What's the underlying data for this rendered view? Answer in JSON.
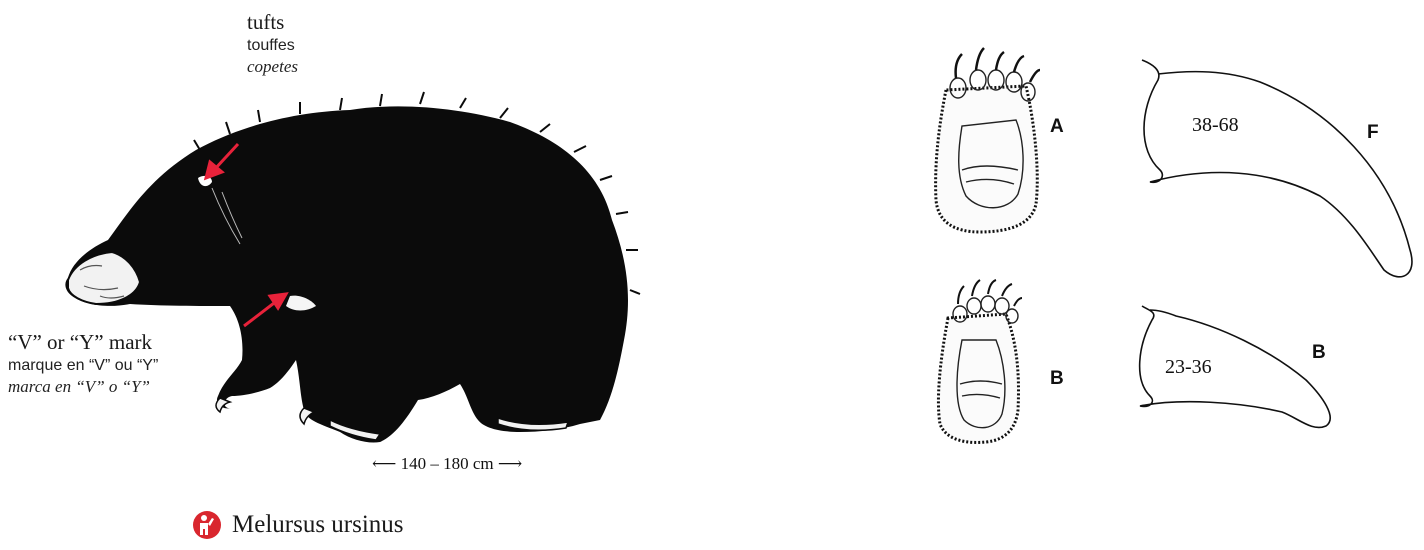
{
  "labels": {
    "tufts": {
      "en": "tufts",
      "fr": "touffes",
      "es": "copetes"
    },
    "mark": {
      "en": "“V” or “Y” mark",
      "fr": "marque en  “V” ou “Y”",
      "es": "marca en “V” o “Y”"
    },
    "length": "⟵ 140 – 180 cm ⟶"
  },
  "species": {
    "name": "Melursus ursinus",
    "icon": "hand-warning-icon"
  },
  "paws": {
    "front_letter": "A",
    "hind_letter": "B"
  },
  "claws": {
    "front": {
      "letter": "F",
      "range": "38-68"
    },
    "back": {
      "letter": "B",
      "range": "23-36"
    }
  },
  "colors": {
    "arrow": "#e8223a",
    "icon": "#d9262e",
    "fur": "#0b0b0b"
  }
}
